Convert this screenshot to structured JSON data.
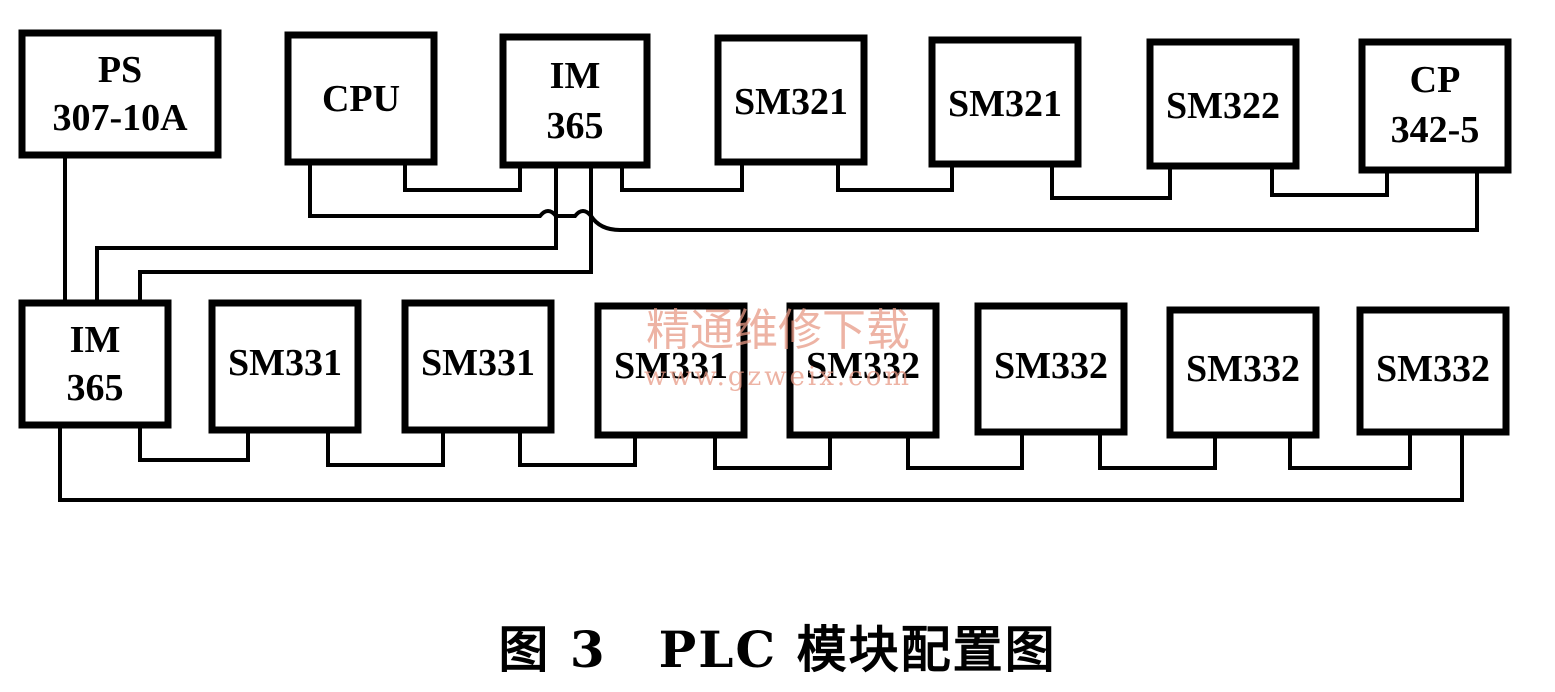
{
  "diagram": {
    "caption": "图 3　PLC 模块配置图",
    "top_row": [
      {
        "id": "ps",
        "lines": [
          "PS",
          "307-10A"
        ]
      },
      {
        "id": "cpu",
        "lines": [
          "CPU"
        ]
      },
      {
        "id": "im365-top",
        "lines": [
          "IM",
          "365"
        ]
      },
      {
        "id": "sm321-a",
        "lines": [
          "SM321"
        ]
      },
      {
        "id": "sm321-b",
        "lines": [
          "SM321"
        ]
      },
      {
        "id": "sm322",
        "lines": [
          "SM322"
        ]
      },
      {
        "id": "cp342",
        "lines": [
          "CP",
          "342-5"
        ]
      }
    ],
    "bottom_row": [
      {
        "id": "im365-bottom",
        "lines": [
          "IM",
          "365"
        ]
      },
      {
        "id": "sm331-a",
        "lines": [
          "SM331"
        ]
      },
      {
        "id": "sm331-b",
        "lines": [
          "SM331"
        ]
      },
      {
        "id": "sm331-c",
        "lines": [
          "SM331"
        ]
      },
      {
        "id": "sm332-a",
        "lines": [
          "SM332"
        ]
      },
      {
        "id": "sm332-b",
        "lines": [
          "SM332"
        ]
      },
      {
        "id": "sm332-c",
        "lines": [
          "SM332"
        ]
      },
      {
        "id": "sm332-d",
        "lines": [
          "SM332"
        ]
      }
    ],
    "watermark": {
      "line1": "精通维修下载",
      "line2": "www.gzweix.com"
    },
    "colors": {
      "line": "#000000",
      "watermark": "#e89a86"
    }
  }
}
